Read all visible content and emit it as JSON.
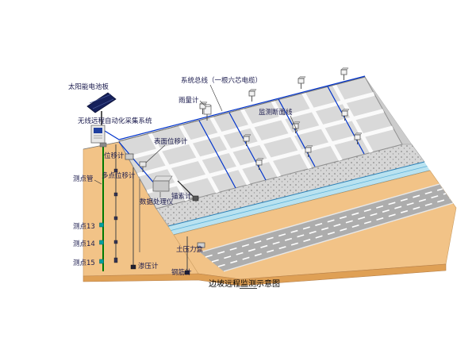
{
  "diagram": {
    "caption": {
      "pre": "边坡远程",
      "link": "监测",
      "post": "示意图"
    },
    "labels": {
      "solar_panel": "太阳能电池板",
      "system_bus": "系统总线（一根六芯电缆）",
      "rain_gauge": "雨量计",
      "monitoring_section_line": "监测断面线",
      "wireless_acquisition_system": "无线远程自动化采集系统",
      "surface_displacement_meter": "表面位移计",
      "displacement_meter": "位移计",
      "measuring_point_tube": "测点管",
      "multipoint_displacement_meter": "多点位移计",
      "data_processor": "数据处理仪",
      "anchor_cable_meter": "锚索计",
      "measuring_point_13": "测点13",
      "measuring_point_14": "测点14",
      "measuring_point_15": "测点15",
      "piezometer": "渗压计",
      "earth_pressure_cell": "土压力盒",
      "rebar_meter": "钢筋计"
    },
    "colors": {
      "cable_blue": "#0033cc",
      "ground_tan": "#f2c387",
      "slope_gray": "#d9d9d9",
      "water_blue": "#b9e2f0",
      "road_gray": "#adadad",
      "borehole_green": "#007a00"
    }
  }
}
